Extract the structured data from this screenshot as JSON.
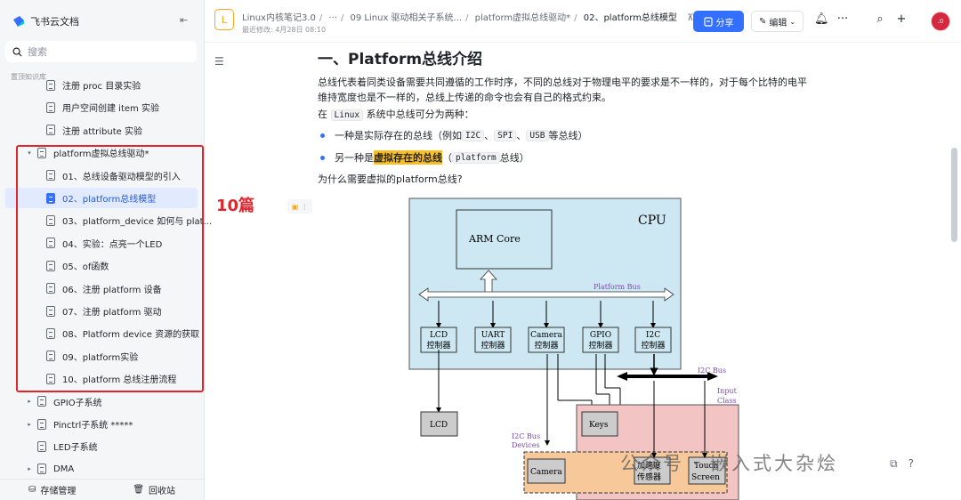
{
  "app": {
    "name": "飞书云文档"
  },
  "search": {
    "placeholder": "搜索"
  },
  "sidebar": {
    "section_label": "置顶知识库",
    "items": [
      {
        "label": "注册 proc 目录实验",
        "indent": 2
      },
      {
        "label": "用户空间创建 item 实验",
        "indent": 2
      },
      {
        "label": "注册 attribute 实验",
        "indent": 2
      },
      {
        "label": "platform虚拟总线驱动*",
        "indent": 1,
        "caret": "▾"
      },
      {
        "label": "01、总线设备驱动模型的引入",
        "indent": 2
      },
      {
        "label": "02、platform总线模型",
        "indent": 2,
        "active": true
      },
      {
        "label": "03、platform_device 如何与 plat...",
        "indent": 2
      },
      {
        "label": "04、实验：点亮一个LED",
        "indent": 2
      },
      {
        "label": "05、of函数",
        "indent": 2
      },
      {
        "label": "06、注册 platform 设备",
        "indent": 2
      },
      {
        "label": "07、注册 platform 驱动",
        "indent": 2
      },
      {
        "label": "08、Platform device 资源的获取",
        "indent": 2
      },
      {
        "label": "09、platform实验",
        "indent": 2
      },
      {
        "label": "10、platform 总线注册流程",
        "indent": 2
      },
      {
        "label": "GPIO子系统",
        "indent": 1,
        "caret": "▸"
      },
      {
        "label": "Pinctrl子系统 *****",
        "indent": 1,
        "caret": "▸"
      },
      {
        "label": "LED子系统",
        "indent": 1,
        "caret": ""
      },
      {
        "label": "DMA",
        "indent": 1,
        "caret": "▸"
      }
    ],
    "footer": {
      "storage": "存储管理",
      "trash": "回收站"
    }
  },
  "topbar": {
    "doc_avatar": "L",
    "breadcrumb": [
      "Linux内核笔记3.0",
      "···",
      "09 Linux 驱动相关子系统...",
      "platform虚拟总线驱动*",
      "02、platform总线模型"
    ],
    "modified": "最近修改: 4月28日 08:10",
    "share_label": "分享",
    "edit_label": "编辑",
    "user_avatar": ".0"
  },
  "annotation": "10篇",
  "doc": {
    "heading": "一、Platform总线介绍",
    "para1_line1": "总线代表着同类设备需要共同遵循的工作时序，不同的总线对于物理电平的要求是不一样的，对于每个比特的电平",
    "para1_line2": "维持宽度也是不一样的，总线上传递的命令也会有自己的格式约束。",
    "para2_pre": "在",
    "para2_code": "Linux",
    "para2_post": "系统中总线可分为两种：",
    "bullet1_pre": "一种是实际存在的总线（例如",
    "bullet1_code1": "I2C",
    "bullet1_code2": "SPI",
    "bullet1_code3": "USB",
    "bullet1_post": "等总线）",
    "bullet2_pre": "另一种是",
    "bullet2_hl": "虚拟存在的总线",
    "bullet2_code": "platform",
    "bullet2_post": "总线）",
    "sep": "、",
    "paren_open": "（",
    "question": "为什么需要虚拟的platform总线?"
  },
  "diagram": {
    "cpu_label": "CPU",
    "arm_core": "ARM Core",
    "platform_bus": "Platform Bus",
    "controllers": [
      {
        "l1": "LCD",
        "l2": "控制器"
      },
      {
        "l1": "UART",
        "l2": "控制器"
      },
      {
        "l1": "Camera",
        "l2": "控制器"
      },
      {
        "l1": "GPIO",
        "l2": "控制器"
      },
      {
        "l1": "I2C",
        "l2": "控制器"
      }
    ],
    "i2c_bus": "I2C Bus",
    "input_class_1": "Input",
    "input_class_2": "Class",
    "lcd": "LCD",
    "keys": "Keys",
    "i2c_devices_1": "I2C Bus",
    "i2c_devices_2": "Devices",
    "camera": "Camera",
    "accel_1": "加速度",
    "accel_2": "传感器",
    "touch_1": "Touch",
    "touch_2": "Screen"
  },
  "watermark": "公众号 · 嵌入式大杂烩"
}
